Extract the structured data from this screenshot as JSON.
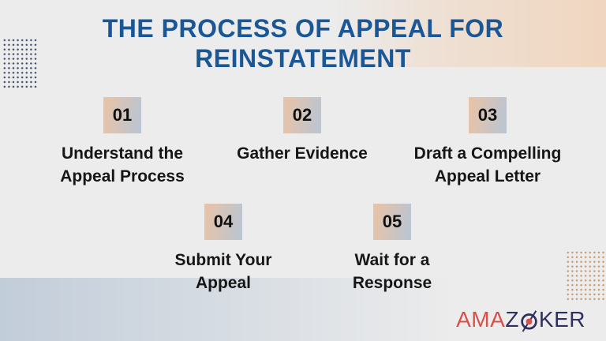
{
  "title": {
    "line1": "THE PROCESS OF APPEAL FOR",
    "line2": "REINSTATEMENT"
  },
  "steps": [
    {
      "number": "01",
      "label": "Understand the Appeal Process"
    },
    {
      "number": "02",
      "label": "Gather Evidence"
    },
    {
      "number": "03",
      "label": "Draft a Compelling Appeal Letter"
    },
    {
      "number": "04",
      "label": "Submit Your Appeal"
    },
    {
      "number": "05",
      "label": "Wait for a Response"
    }
  ],
  "logo": {
    "text_red": "AMA",
    "text_z": "Z",
    "text_ker": "KER",
    "o_icon": "compass-needle-o-icon"
  },
  "colors": {
    "title_blue": "#1a5796",
    "label_black": "#161616",
    "box_gradient_start": "#eac3a5",
    "box_gradient_end": "#b8c5d4",
    "peach_corner": "#f0d6c0",
    "blue_band": "#c2cdda",
    "dots_navy": "#3f4f6a",
    "dots_orange": "#c9996f",
    "logo_red": "#d9504a",
    "logo_navy": "#30305e",
    "background": "#ececec"
  }
}
